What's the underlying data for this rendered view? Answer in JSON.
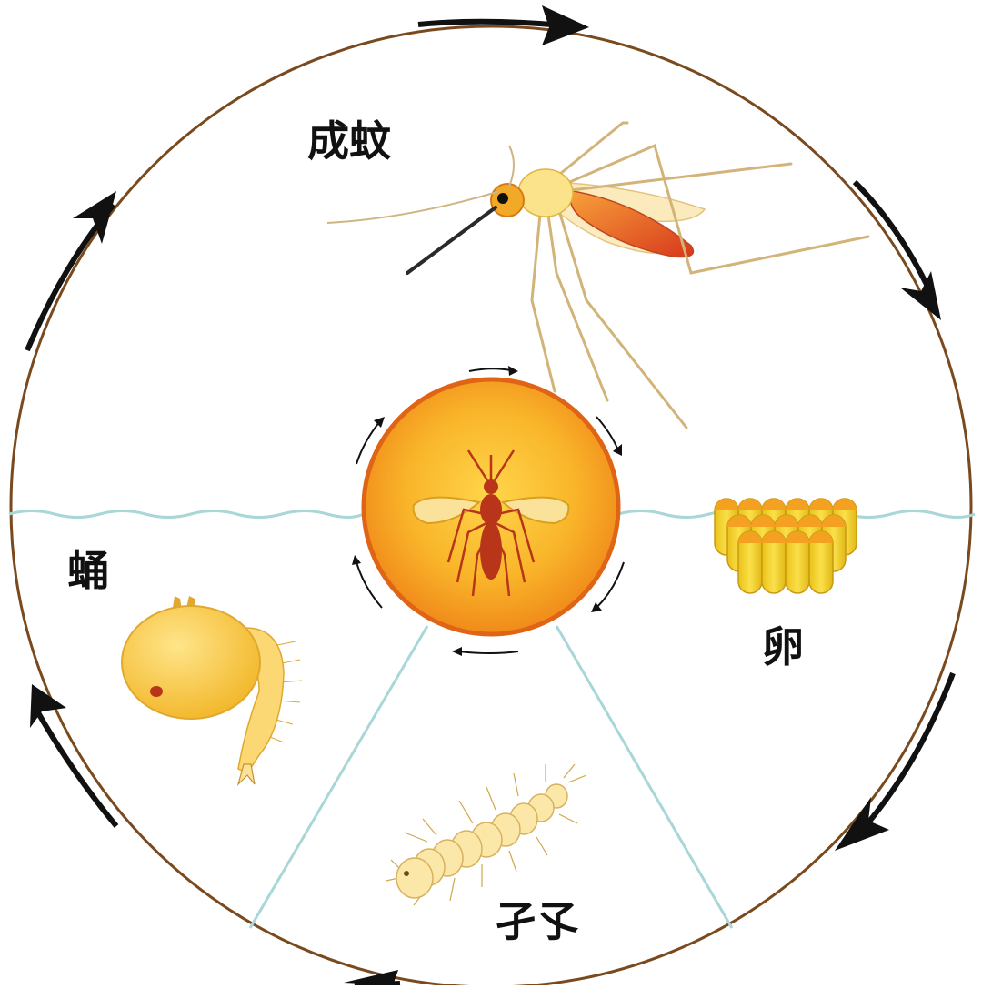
{
  "stages": {
    "adult": "成蚊",
    "egg": "卵",
    "larva": "孑孓",
    "pupa": "蛹"
  },
  "colors": {
    "ring": "#7a4a1e",
    "arrow": "#111111",
    "water": "#a9d6d6",
    "center_fill": "#f6a21e",
    "center_edge": "#e06416",
    "mosquito_body": "#b8351a",
    "egg_fill": "#f2cf2a",
    "pupa_fill": "#f6c43a",
    "larva_fill": "#fbe7a8"
  },
  "icons": [
    "adult-mosquito-icon",
    "egg-cluster-icon",
    "larva-icon",
    "pupa-icon",
    "center-mosquito-icon"
  ]
}
